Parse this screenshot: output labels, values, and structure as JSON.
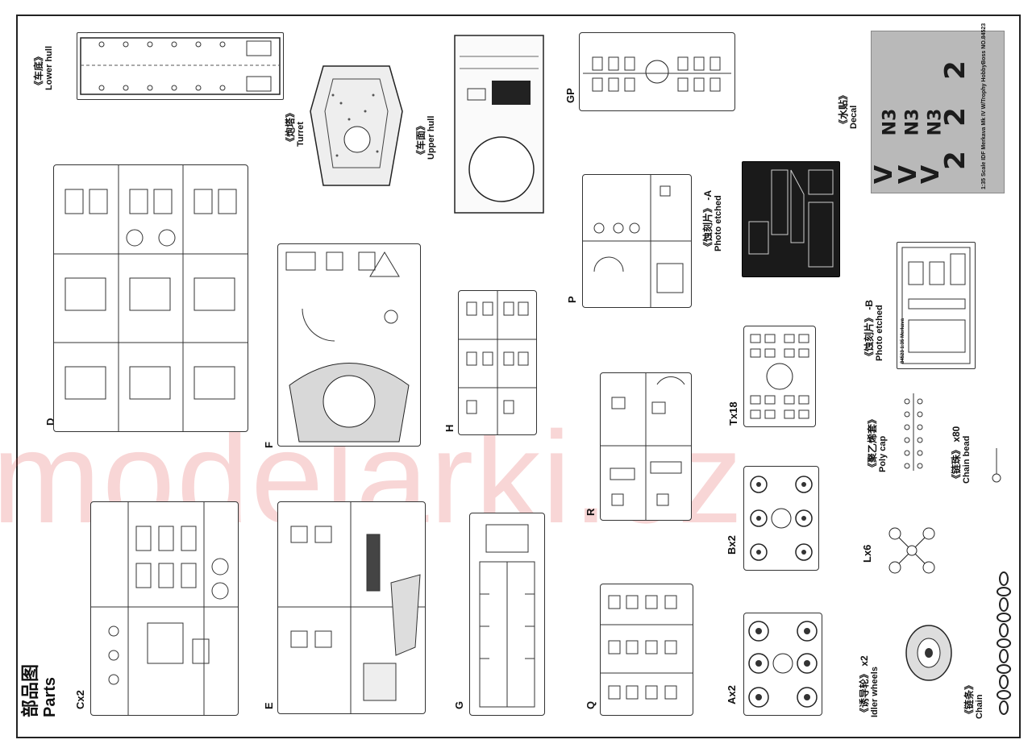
{
  "page": {
    "title_cn": "部品图",
    "title_en": "Parts",
    "watermark": "modelarki.cz"
  },
  "assemblies": {
    "lower_hull": {
      "cn": "《车底》",
      "en": "Lower hull"
    },
    "turret": {
      "cn": "《炮塔》",
      "en": "Turret"
    },
    "upper_hull": {
      "cn": "《车面》",
      "en": "Upper hull"
    },
    "decal": {
      "cn": "《水贴》",
      "en": "Decal"
    },
    "pe_a": {
      "cn": "《蚀刻片》 -A",
      "en": "Photo etched"
    },
    "pe_b": {
      "cn": "《蚀刻片》 -B",
      "en": "Photo etched"
    },
    "poly_cap": {
      "cn": "《聚乙烯套》",
      "en": "Poly cap"
    },
    "chain_bead": {
      "cn": "《链珠》 x80",
      "en": "Chain bead"
    },
    "idler": {
      "cn": "《诱导轮》 x2",
      "en": "Idler wheels"
    },
    "chain": {
      "cn": "《链条》",
      "en": "Chain"
    }
  },
  "sprues": {
    "D": "D",
    "F": "F",
    "H": "H",
    "P": "P",
    "GP": "GP",
    "Tx18": "Tx18",
    "R": "R",
    "Bx2": "Bx2",
    "Ax2": "Ax2",
    "Lx6": "Lx6",
    "Cx2": "Cx2",
    "E": "E",
    "G": "G",
    "Q": "Q"
  },
  "decal_sheet": {
    "line1": "1:35 Scale   IDF Merkava Mk IV W/Trophy   HobbyBoss   NO.84523",
    "glyphs": [
      "2",
      "2",
      "2",
      "ᐯ",
      "ᐯ",
      "ᐯ",
      "N3",
      "N3",
      "N3"
    ]
  },
  "pe_b_sheet": {
    "label": "84523 1:35 Merkava"
  }
}
